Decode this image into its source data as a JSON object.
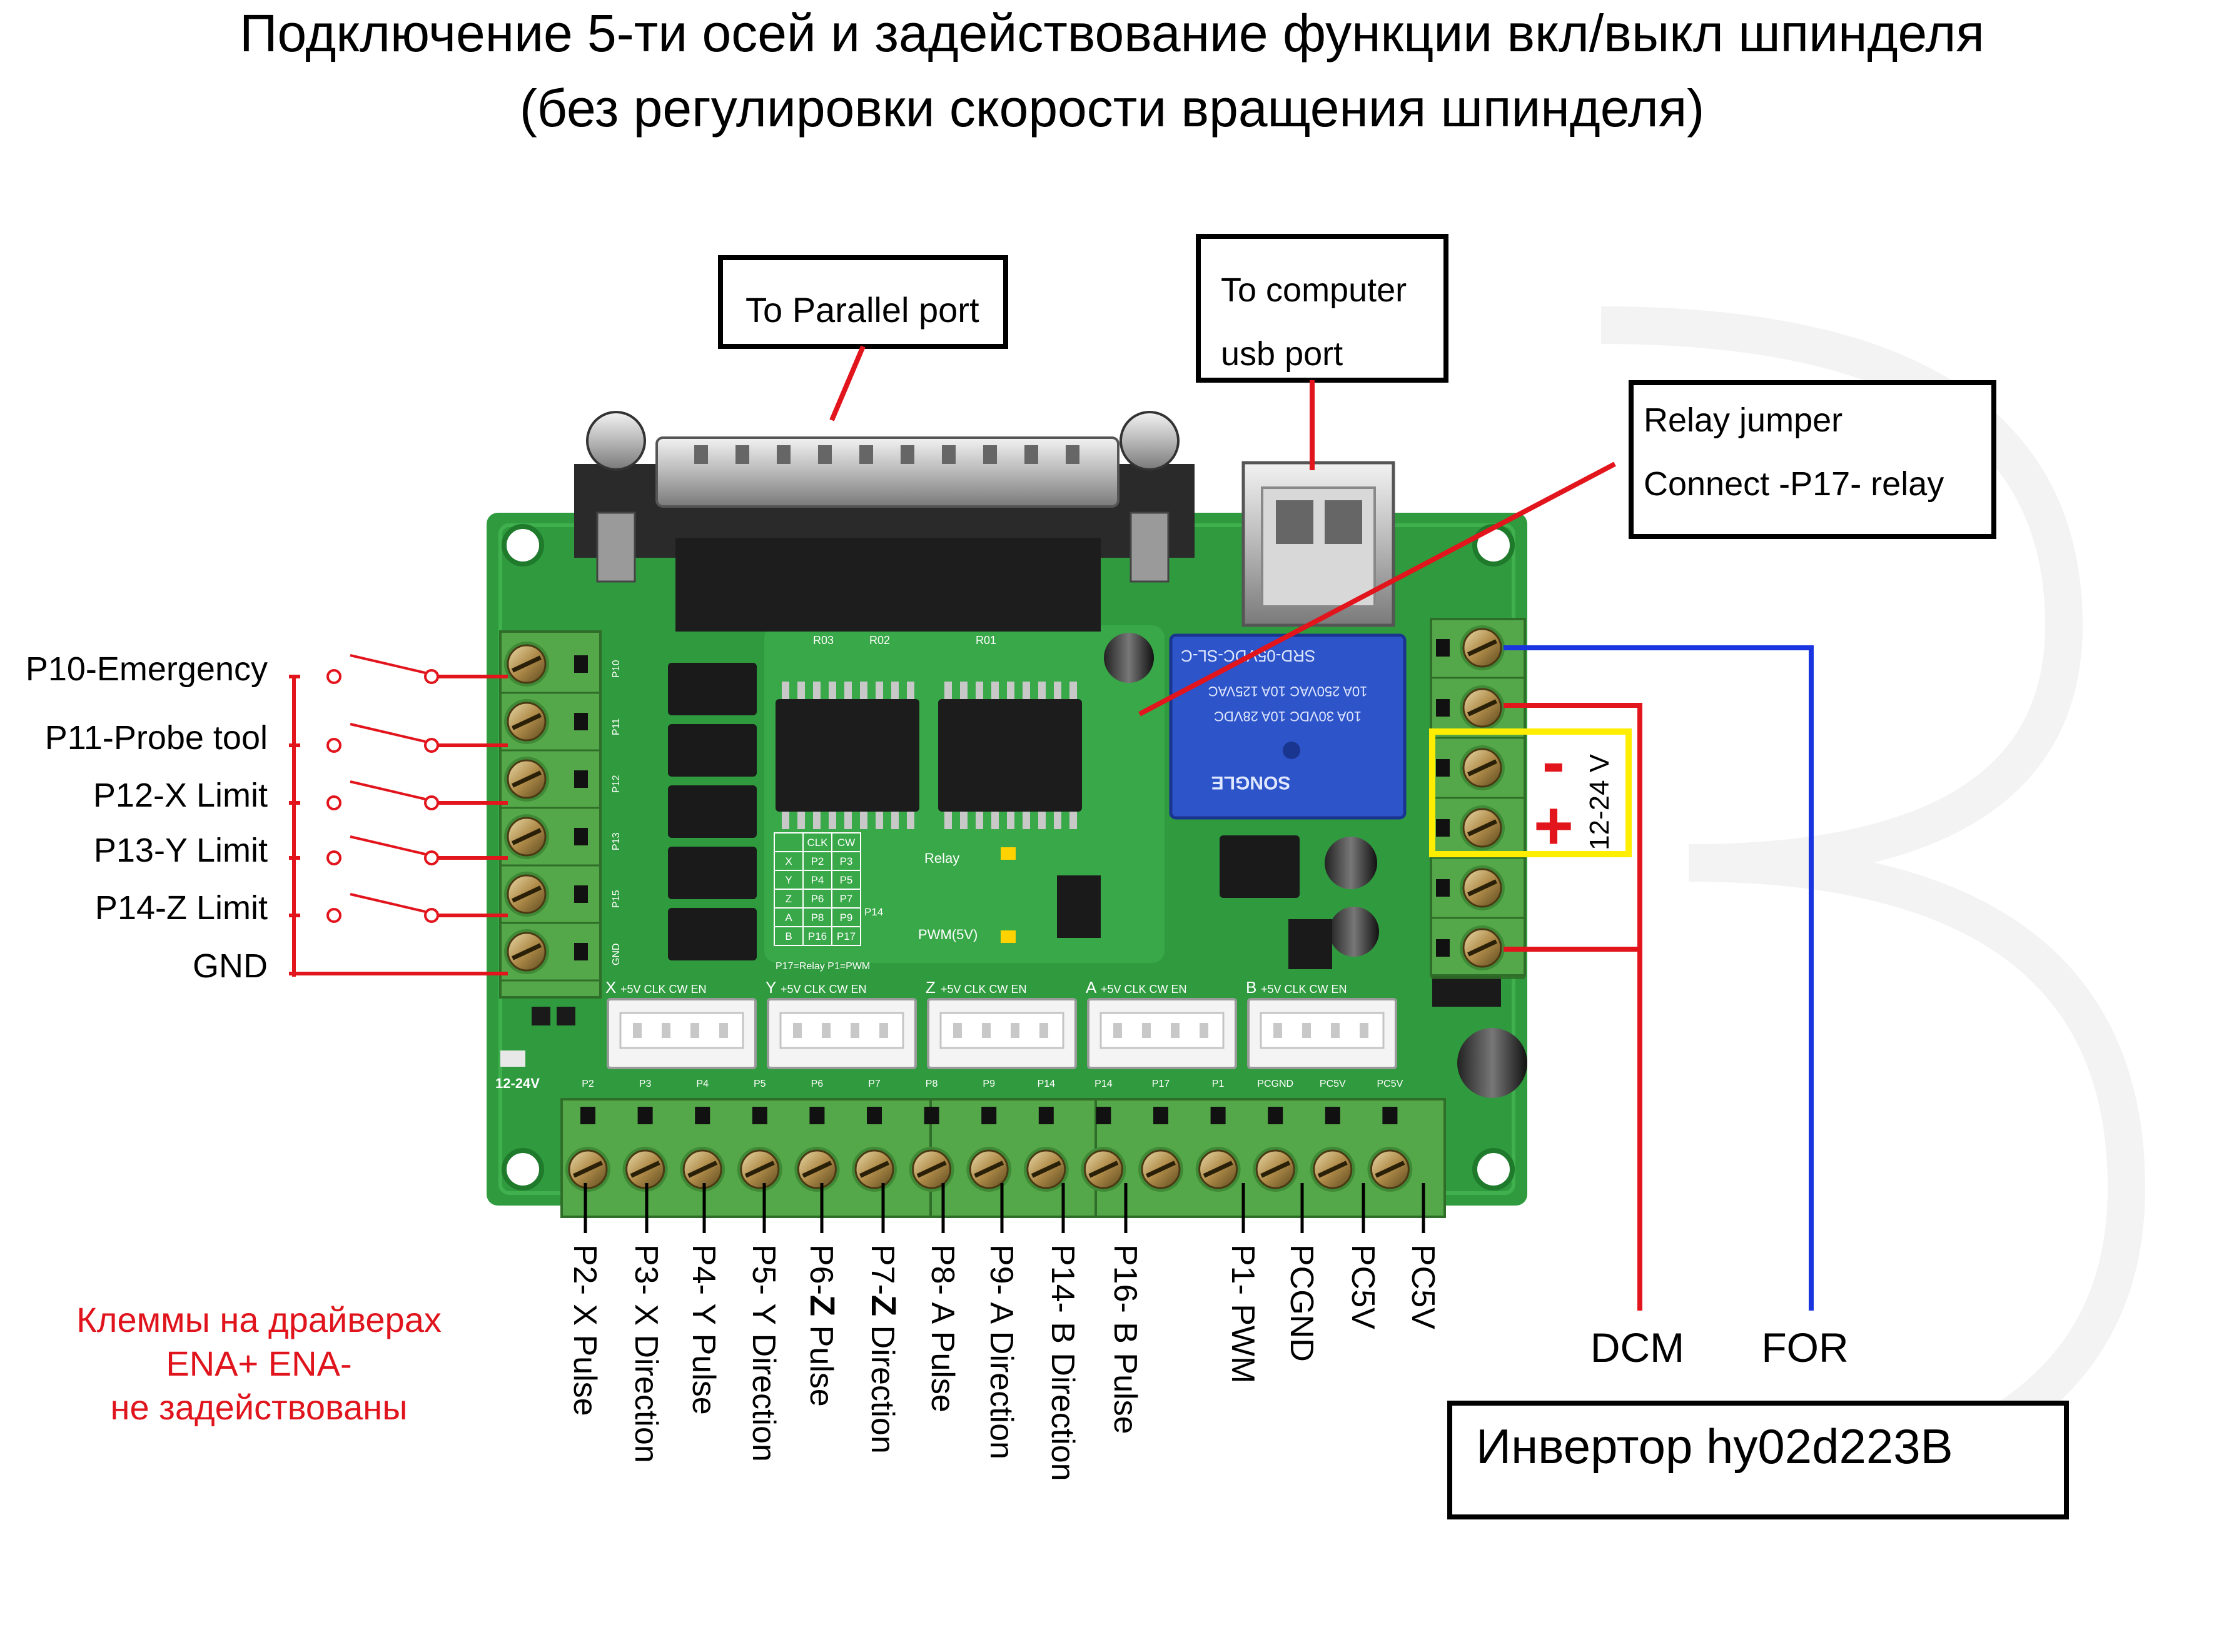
{
  "title": {
    "line1": "Подключение 5-ти осей и задействование функции вкл/выкл шпинделя",
    "line2": "(без регулировки скорости вращения шпинделя)"
  },
  "callouts": {
    "parallel": "To Parallel port",
    "usb_line1": "To computer",
    "usb_line2": "usb port",
    "relay_line1": "Relay jumper",
    "relay_line2": "Connect -P17- relay"
  },
  "left_inputs": [
    "P10-Emergency",
    "P11-Probe tool",
    "P12-X Limit",
    "P13-Y Limit",
    "P14-Z Limit",
    "GND"
  ],
  "bottom_terminals": [
    {
      "pre": "P2- X Pulse",
      "bold": "",
      "post": ""
    },
    {
      "pre": "P3- X Direction",
      "bold": "",
      "post": ""
    },
    {
      "pre": "P4- Y Pulse",
      "bold": "",
      "post": ""
    },
    {
      "pre": "P5- Y Direction",
      "bold": "",
      "post": ""
    },
    {
      "pre": "P6-",
      "bold": "Z",
      "post": " Pulse"
    },
    {
      "pre": "P7-",
      "bold": "Z",
      "post": " Direction"
    },
    {
      "pre": "P8- A Pulse",
      "bold": "",
      "post": ""
    },
    {
      "pre": "P9- A Direction",
      "bold": "",
      "post": ""
    },
    {
      "pre": "P14-  B Direction",
      "bold": "",
      "post": ""
    },
    {
      "pre": "P16- B Pulse",
      "bold": "",
      "post": ""
    },
    {
      "pre": "P1- PWM",
      "bold": "",
      "post": ""
    },
    {
      "pre": "PCGND",
      "bold": "",
      "post": ""
    },
    {
      "pre": "PC5V",
      "bold": "",
      "post": ""
    },
    {
      "pre": "PC5V",
      "bold": "",
      "post": ""
    }
  ],
  "note": {
    "line1": "Клеммы на драйверах",
    "line2": "ENA+ ENA-",
    "line3": "не задействованы"
  },
  "power": {
    "label": "12-24 V",
    "minus": "-",
    "plus": "+"
  },
  "wires": {
    "dcm": "DCM",
    "for": "FOR"
  },
  "inverter": "Инвертор hy02d223B",
  "board": {
    "relay_top": "SRD-05VDC-SL-C",
    "relay_brand": "SONGLE",
    "relay_spec1": "10A 250VAC  10A 125VAC",
    "relay_spec2": "10A 30VDC  10A 28VDC",
    "axis_groups": [
      {
        "axis": "X",
        "pins": "+5V CLK CW EN"
      },
      {
        "axis": "Y",
        "pins": "+5V CLK CW EN"
      },
      {
        "axis": "Z",
        "pins": "+5V CLK CW EN"
      },
      {
        "axis": "A",
        "pins": "+5V CLK CW EN"
      },
      {
        "axis": "B",
        "pins": "+5V CLK CW EN"
      }
    ],
    "bottom_silk": [
      "P2",
      "P3",
      "P4",
      "P5",
      "P6",
      "P7",
      "P8",
      "P9",
      "P14",
      "P14",
      "P17",
      "P1",
      "PCGND",
      "PC5V",
      "PC5V"
    ],
    "left_silk": [
      "P10",
      "P11",
      "P12",
      "P13",
      "P15",
      "GND"
    ],
    "supply_label": "12-24V",
    "relay_led": "Relay",
    "pwm_led": "PWM(5V)",
    "jumper_note": "P17=Relay  P1=PWM",
    "table": {
      "head": [
        "",
        "CLK",
        "CW"
      ],
      "rows": [
        [
          "X",
          "P2",
          "P3"
        ],
        [
          "Y",
          "P4",
          "P5"
        ],
        [
          "Z",
          "P6",
          "P7"
        ],
        [
          "A",
          "P8",
          "P9"
        ],
        [
          "B",
          "P16",
          "P17"
        ]
      ],
      "side": "P14"
    },
    "resistors": [
      "R03",
      "R02",
      "R01"
    ]
  },
  "colors": {
    "pcb": "#2f9b3e",
    "pcb_dark": "#1f7a2c",
    "terminal": "#55a849",
    "wire_red": "#e2141c",
    "wire_blue": "#1a35e0",
    "highlight": "#ffee00",
    "note_red": "#e0141c"
  }
}
